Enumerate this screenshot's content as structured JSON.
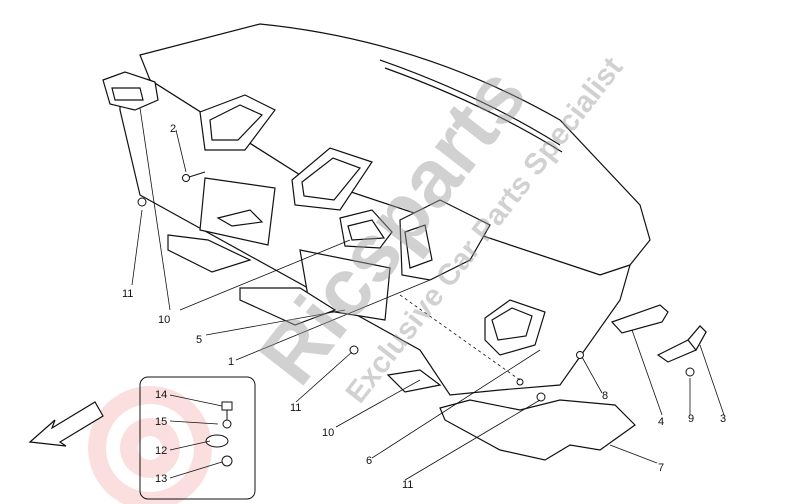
{
  "diagram": {
    "callouts": [
      {
        "id": "c1",
        "label": "1"
      },
      {
        "id": "c2",
        "label": "2"
      },
      {
        "id": "c3",
        "label": "3"
      },
      {
        "id": "c4",
        "label": "4"
      },
      {
        "id": "c5",
        "label": "5"
      },
      {
        "id": "c6",
        "label": "6"
      },
      {
        "id": "c7",
        "label": "7"
      },
      {
        "id": "c8",
        "label": "8"
      },
      {
        "id": "c9",
        "label": "9"
      },
      {
        "id": "c10a",
        "label": "10"
      },
      {
        "id": "c10b",
        "label": "10"
      },
      {
        "id": "c11a",
        "label": "11"
      },
      {
        "id": "c11b",
        "label": "11"
      },
      {
        "id": "c11c",
        "label": "11"
      },
      {
        "id": "c12",
        "label": "12"
      },
      {
        "id": "c13",
        "label": "13"
      },
      {
        "id": "c14",
        "label": "14"
      },
      {
        "id": "c15",
        "label": "15"
      }
    ]
  },
  "watermark": {
    "brand": "Ricsparts",
    "tagline": "Exclusive Car Parts Specialist",
    "color": "#9a9a9a",
    "accent_color": "#e63946"
  },
  "icons": {
    "direction_arrow": "front-direction-arrow-icon"
  }
}
